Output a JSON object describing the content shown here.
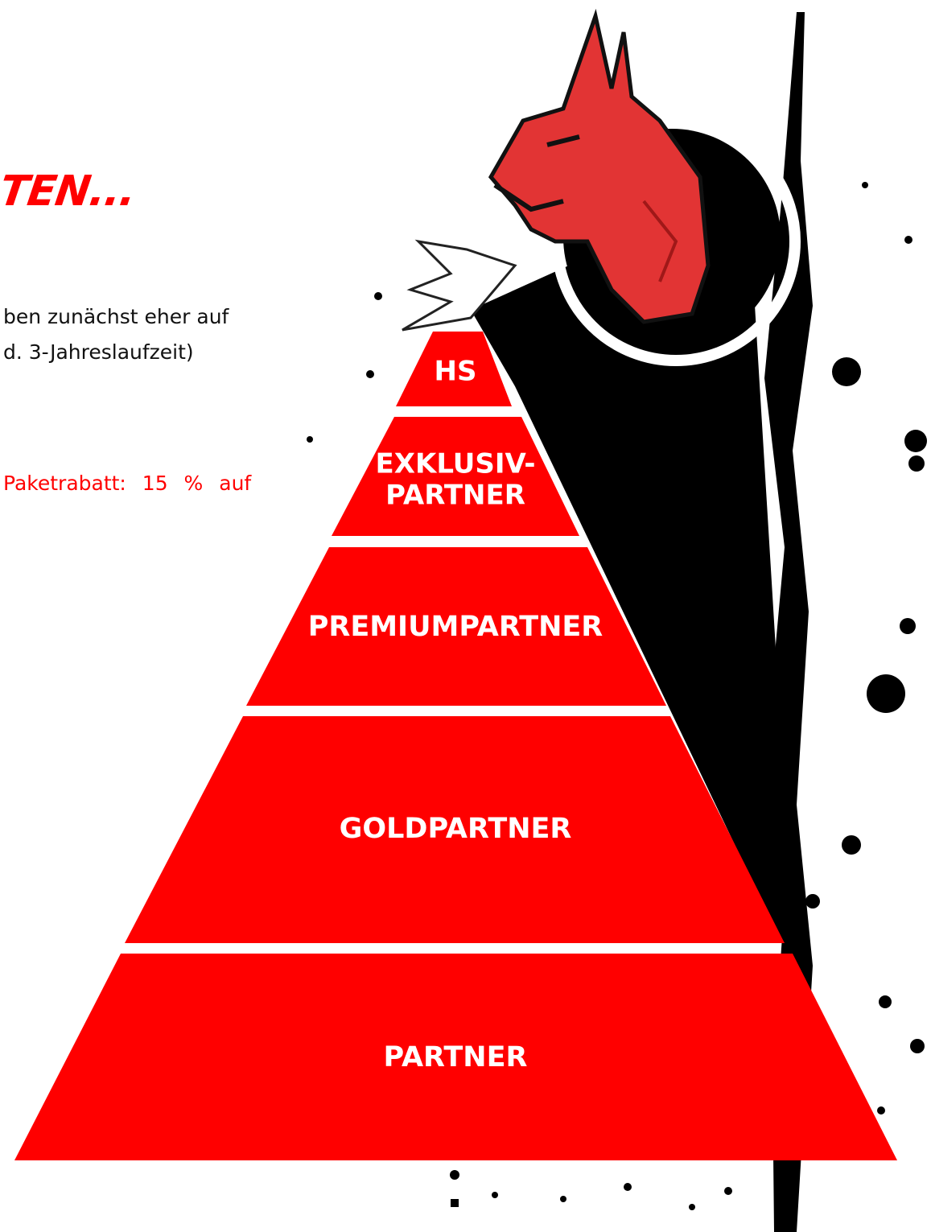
{
  "heading": {
    "partial_title": "TEN..."
  },
  "body_text": {
    "line1": "ben zunächst eher auf",
    "line2": "d. 3-Jahreslaufzeit)",
    "line3_red": "Paketrabatt: 15 % auf"
  },
  "pyramid": {
    "tiers": [
      {
        "label": "HS"
      },
      {
        "label_line1": "EXKLUSIV-",
        "label_line2": "PARTNER"
      },
      {
        "label": "PREMIUMPARTNER"
      },
      {
        "label": "GOLDPARTNER"
      },
      {
        "label": "PARTNER"
      }
    ]
  },
  "colors": {
    "tier_fill": "#ff0000",
    "accent_text": "#ff0000",
    "dragon_body": "#e23434",
    "ink": "#000000"
  },
  "icons": {
    "mascot": "dragon-icon"
  }
}
